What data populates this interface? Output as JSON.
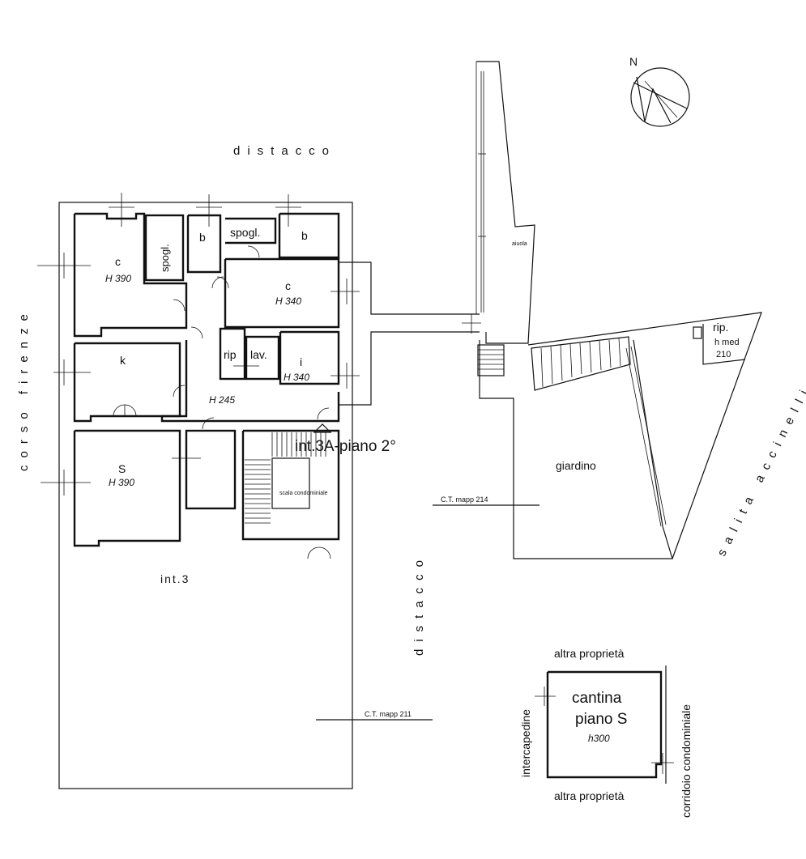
{
  "north": "N",
  "streets": {
    "top": "distacco",
    "left": "corso firenze",
    "middle": "distacco",
    "right": "salita accinelli"
  },
  "rooms": {
    "c1": {
      "name": "c",
      "height": "H 390"
    },
    "spogl1": {
      "name": "spogl."
    },
    "b1": {
      "name": "b"
    },
    "spogl2": {
      "name": "spogl."
    },
    "b2": {
      "name": "b"
    },
    "c2": {
      "name": "c",
      "height": "H 340"
    },
    "k": {
      "name": "k"
    },
    "rip": {
      "name": "rip"
    },
    "lav": {
      "name": "lav."
    },
    "i": {
      "name": "i",
      "height": "H 340"
    },
    "corridor": {
      "height": "H 245"
    },
    "s": {
      "name": "S",
      "height": "H 390"
    },
    "stairs": {
      "name": "scala condominiale"
    },
    "aiuola": {
      "name": "aiuola"
    },
    "rip2": {
      "name": "rip.",
      "note": "h med",
      "height": "210"
    },
    "giardino": {
      "name": "giardino"
    }
  },
  "unit_title": "int.3A-piano 2°",
  "int3": "int.3",
  "cadastral": {
    "mapp214": "C.T. mapp 214",
    "mapp211": "C.T. mapp 211"
  },
  "cellar": {
    "top": "altra proprietà",
    "bottom": "altra proprietà",
    "left": "intercapedine",
    "right": "corridoio condominiale",
    "title1": "cantina",
    "title2": "piano S",
    "height": "h300"
  }
}
